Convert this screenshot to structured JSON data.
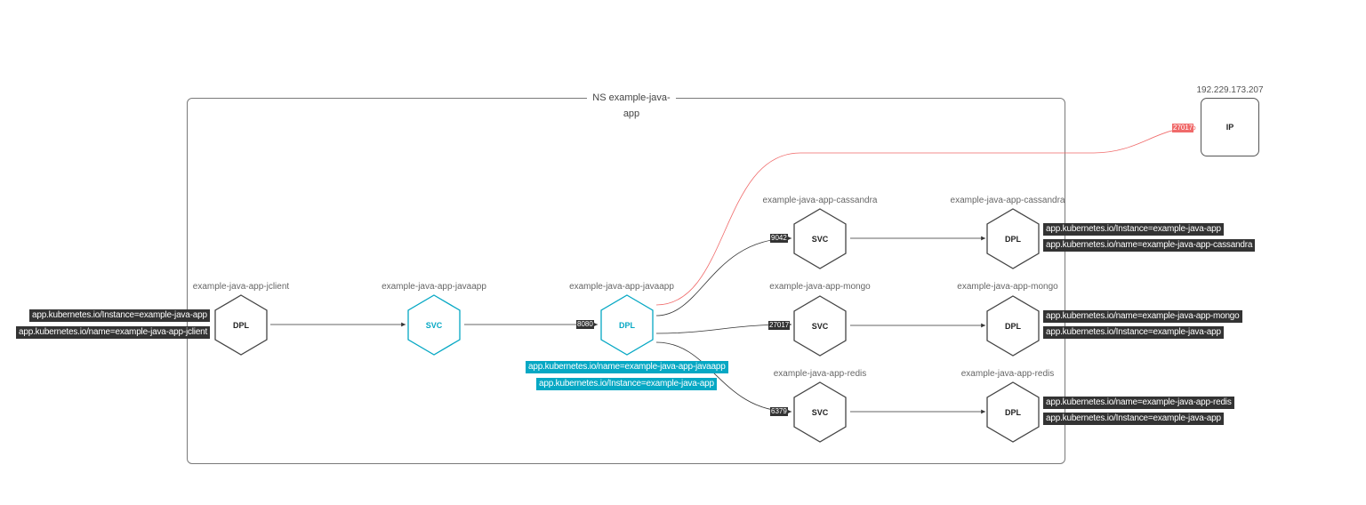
{
  "namespace": {
    "title": "NS example-java-app"
  },
  "ip": {
    "address": "192.229.173.207",
    "label": "IP"
  },
  "nodes": {
    "jclient": {
      "name": "example-java-app-jclient",
      "kind": "DPL",
      "labels": [
        "app.kubernetes.io/Instance=example-java-app",
        "app.kubernetes.io/name=example-java-app-jclient"
      ]
    },
    "javaapp_svc": {
      "name": "example-java-app-javaapp",
      "kind": "SVC"
    },
    "javaapp_dpl": {
      "name": "example-java-app-javaapp",
      "kind": "DPL",
      "labels": [
        "app.kubernetes.io/name=example-java-app-javaapp",
        "app.kubernetes.io/Instance=example-java-app"
      ]
    },
    "cassandra_svc": {
      "name": "example-java-app-cassandra",
      "kind": "SVC"
    },
    "cassandra_dpl": {
      "name": "example-java-app-cassandra",
      "kind": "DPL",
      "labels": [
        "app.kubernetes.io/Instance=example-java-app",
        "app.kubernetes.io/name=example-java-app-cassandra"
      ]
    },
    "mongo_svc": {
      "name": "example-java-app-mongo",
      "kind": "SVC"
    },
    "mongo_dpl": {
      "name": "example-java-app-mongo",
      "kind": "DPL",
      "labels": [
        "app.kubernetes.io/name=example-java-app-mongo",
        "app.kubernetes.io/Instance=example-java-app"
      ]
    },
    "redis_svc": {
      "name": "example-java-app-redis",
      "kind": "SVC"
    },
    "redis_dpl": {
      "name": "example-java-app-redis",
      "kind": "DPL",
      "labels": [
        "app.kubernetes.io/name=example-java-app-redis",
        "app.kubernetes.io/Instance=example-java-app"
      ]
    }
  },
  "ports": {
    "javaapp": "8080",
    "cassandra": "9042",
    "mongo": "27017",
    "redis": "6379",
    "external": "27017"
  },
  "colors": {
    "edge": "#333333",
    "highlight": "#06a8c4",
    "external_edge": "#f06a6a",
    "tag_bg": "#333333"
  }
}
